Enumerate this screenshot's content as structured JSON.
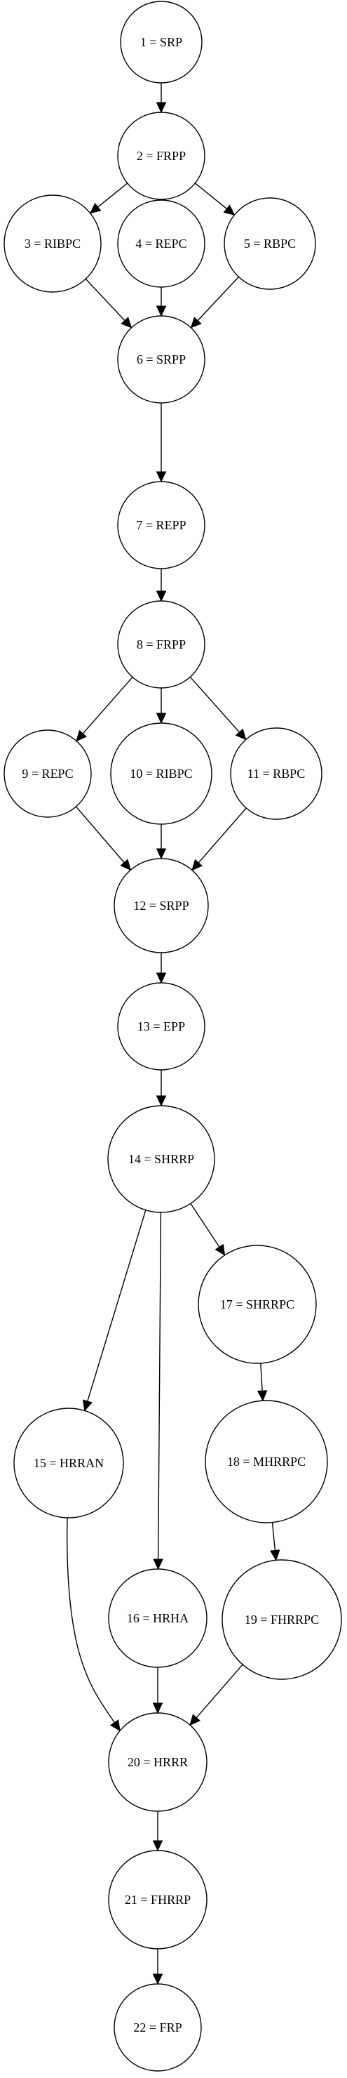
{
  "nodes": [
    {
      "id": "1",
      "label": "1 = SRP"
    },
    {
      "id": "2",
      "label": "2 = FRPP"
    },
    {
      "id": "3",
      "label": "3 = RIBPC"
    },
    {
      "id": "4",
      "label": "4 = REPC"
    },
    {
      "id": "5",
      "label": "5 = RBPC"
    },
    {
      "id": "6",
      "label": "6 = SRPP"
    },
    {
      "id": "7",
      "label": "7 = REPP"
    },
    {
      "id": "8",
      "label": "8 = FRPP"
    },
    {
      "id": "9",
      "label": "9 = REPC"
    },
    {
      "id": "10",
      "label": "10 = RIBPC"
    },
    {
      "id": "11",
      "label": "11 = RBPC"
    },
    {
      "id": "12",
      "label": "12 = SRPP"
    },
    {
      "id": "13",
      "label": "13 = EPP"
    },
    {
      "id": "14",
      "label": "14 = SHRRP"
    },
    {
      "id": "15",
      "label": "15 = HRRAN"
    },
    {
      "id": "16",
      "label": "16 = HRHA"
    },
    {
      "id": "17",
      "label": "17 = SHRRPC"
    },
    {
      "id": "18",
      "label": "18 = MHRRPC"
    },
    {
      "id": "19",
      "label": "19 = FHRRPC"
    },
    {
      "id": "20",
      "label": "20 = HRRR"
    },
    {
      "id": "21",
      "label": "21 = FHRRP"
    },
    {
      "id": "22",
      "label": "22 = FRP"
    }
  ],
  "edges": [
    {
      "from": "1",
      "to": "2"
    },
    {
      "from": "2",
      "to": "3"
    },
    {
      "from": "2",
      "to": "4"
    },
    {
      "from": "2",
      "to": "5"
    },
    {
      "from": "3",
      "to": "6"
    },
    {
      "from": "4",
      "to": "6"
    },
    {
      "from": "5",
      "to": "6"
    },
    {
      "from": "6",
      "to": "7"
    },
    {
      "from": "7",
      "to": "8"
    },
    {
      "from": "8",
      "to": "9"
    },
    {
      "from": "8",
      "to": "10"
    },
    {
      "from": "8",
      "to": "11"
    },
    {
      "from": "9",
      "to": "12"
    },
    {
      "from": "10",
      "to": "12"
    },
    {
      "from": "11",
      "to": "12"
    },
    {
      "from": "12",
      "to": "13"
    },
    {
      "from": "13",
      "to": "14"
    },
    {
      "from": "14",
      "to": "15"
    },
    {
      "from": "14",
      "to": "16"
    },
    {
      "from": "14",
      "to": "17"
    },
    {
      "from": "17",
      "to": "18"
    },
    {
      "from": "18",
      "to": "19"
    },
    {
      "from": "15",
      "to": "20"
    },
    {
      "from": "16",
      "to": "20"
    },
    {
      "from": "19",
      "to": "20"
    },
    {
      "from": "20",
      "to": "21"
    },
    {
      "from": "21",
      "to": "22"
    }
  ]
}
